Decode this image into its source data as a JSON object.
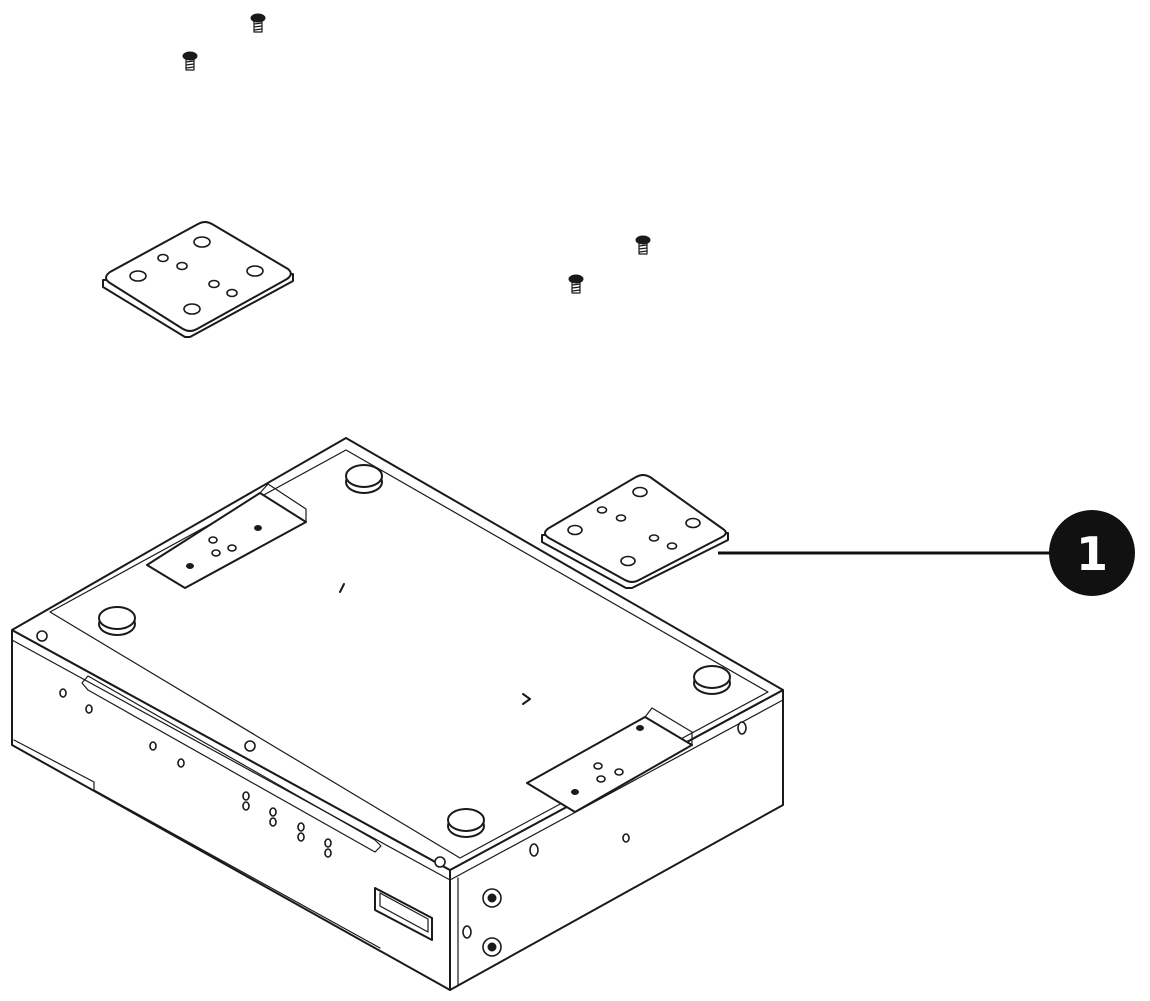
{
  "diagram": {
    "parts": [
      {
        "name": "screw"
      },
      {
        "name": "mounting-bracket"
      },
      {
        "name": "device-chassis"
      }
    ],
    "callouts": [
      {
        "number": "1"
      }
    ]
  },
  "colors": {
    "line": "#1a1a1a",
    "background": "#ffffff",
    "callout_fill": "#111111",
    "callout_text": "#ffffff"
  }
}
